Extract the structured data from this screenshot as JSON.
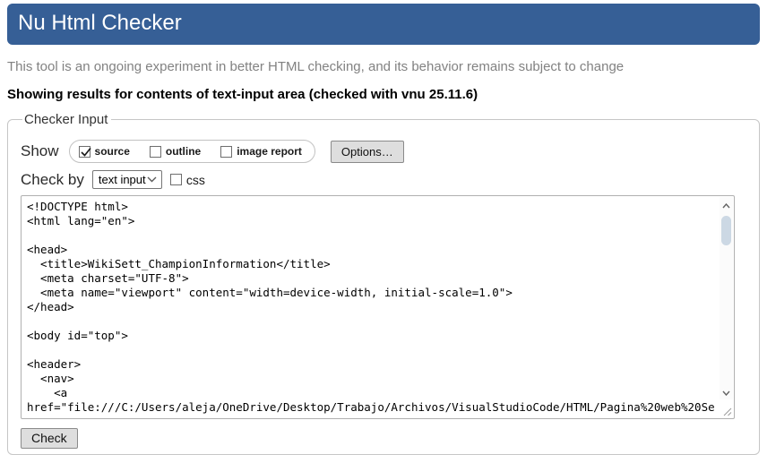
{
  "header": {
    "title": "Nu Html Checker"
  },
  "colors": {
    "header_bg": "#365f96",
    "intro_text": "#828282",
    "scrollbar_thumb": "#ccd8e4"
  },
  "intro_text": "This tool is an ongoing experiment in better HTML checking, and its behavior remains subject to change",
  "results_heading": "Showing results for contents of text-input area (checked with vnu 25.11.6)",
  "checker_input": {
    "legend": "Checker Input",
    "show_label": "Show",
    "show_options": [
      {
        "label": "source",
        "checked": true
      },
      {
        "label": "outline",
        "checked": false
      },
      {
        "label": "image report",
        "checked": false
      }
    ],
    "options_button": "Options…",
    "check_by_label": "Check by",
    "check_by_selected": "text input",
    "css_option": {
      "label": "css",
      "checked": false
    },
    "source_text": "<!DOCTYPE html>\n<html lang=\"en\">\n\n<head>\n  <title>WikiSett_ChampionInformation</title>\n  <meta charset=\"UTF-8\">\n  <meta name=\"viewport\" content=\"width=device-width, initial-scale=1.0\">\n</head>\n\n<body id=\"top\">\n\n<header>\n  <nav>\n    <a\nhref=\"file:///C:/Users/aleja/OneDrive/Desktop/Trabajo/Archivos/VisualStudioCode/HTML/Pagina%20web%20Se",
    "check_button": "Check"
  }
}
